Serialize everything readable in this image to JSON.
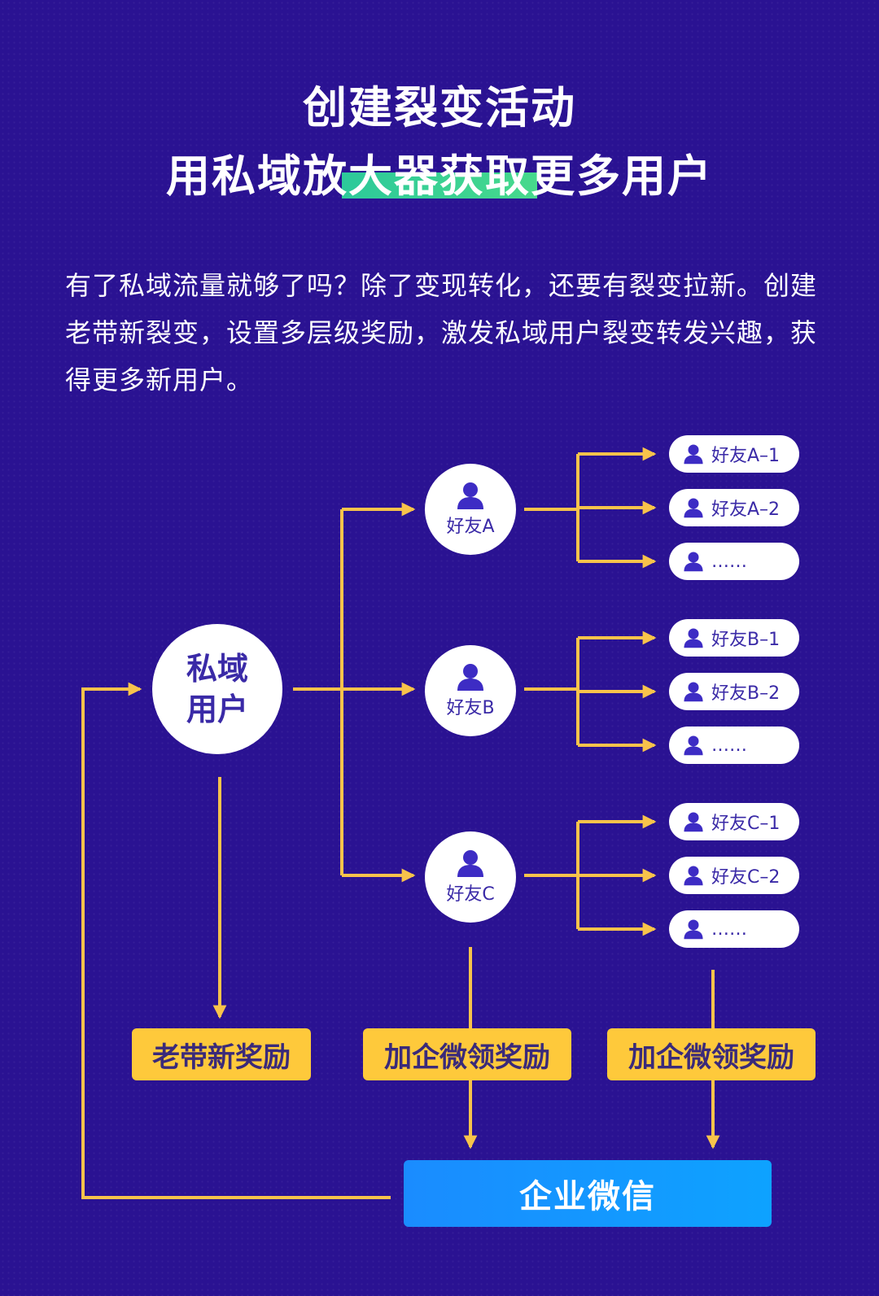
{
  "title_line1": "创建裂变活动",
  "title_line2": "用私域放大器获取更多用户",
  "intro": "有了私域流量就够了吗？除了变现转化，还要有裂变拉新。创建老带新裂变，设置多层级奖励，激发私域用户裂变转发兴趣，获得更多新用户。",
  "main_node": "私域用户",
  "friends": [
    "好友A",
    "好友B",
    "好友C"
  ],
  "friend_pills": {
    "a": [
      "好友A–1",
      "好友A–2",
      "……"
    ],
    "b": [
      "好友B–1",
      "好友B–2",
      "……"
    ],
    "c": [
      "好友C–1",
      "好友C–2",
      "……"
    ]
  },
  "rewards": [
    "老带新奖励",
    "加企微领奖励",
    "加企微领奖励"
  ],
  "wechat": "企业微信",
  "colors": {
    "background": "#2a1292",
    "arrow": "#f8c34b",
    "reward": "#fec93b",
    "wechat": "#1a8cff",
    "highlight": "#2dc99a",
    "node_text": "#3a2aa7"
  },
  "icons": [
    "person-icon"
  ]
}
